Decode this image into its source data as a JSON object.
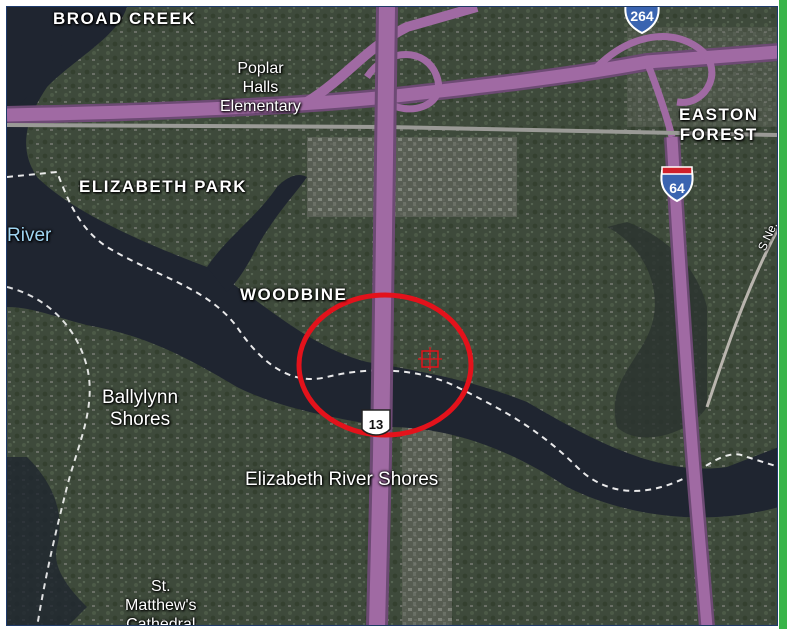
{
  "labels": {
    "broad_creek": "BROAD CREEK",
    "poplar_halls": [
      "Poplar",
      "Halls",
      "Elementary"
    ],
    "easton_forest": [
      "EASTON",
      "FOREST"
    ],
    "elizabeth_park": "ELIZABETH PARK",
    "river": "River",
    "woodbine": "WOODBINE",
    "ballylynn": [
      "Ballylynn",
      "Shores"
    ],
    "elizabeth_river_shores": "Elizabeth River Shores",
    "st_matthews": [
      "St.",
      "Matthew's",
      "Cathedral"
    ],
    "road_partial": "S Ne..."
  },
  "shields": {
    "i264": "264",
    "i64": "64",
    "us13": "13"
  },
  "colors": {
    "highway": "#a06aa3",
    "highway_edge": "#6d4a74",
    "water": "#1f2530",
    "land": "#3e4a3b",
    "highlight_circle": "#e3121b",
    "target_marker": "#e3121b",
    "boundary": "#ffffff"
  },
  "icons": {
    "highlight": "highlight-circle-icon",
    "target": "target-marker-icon"
  }
}
